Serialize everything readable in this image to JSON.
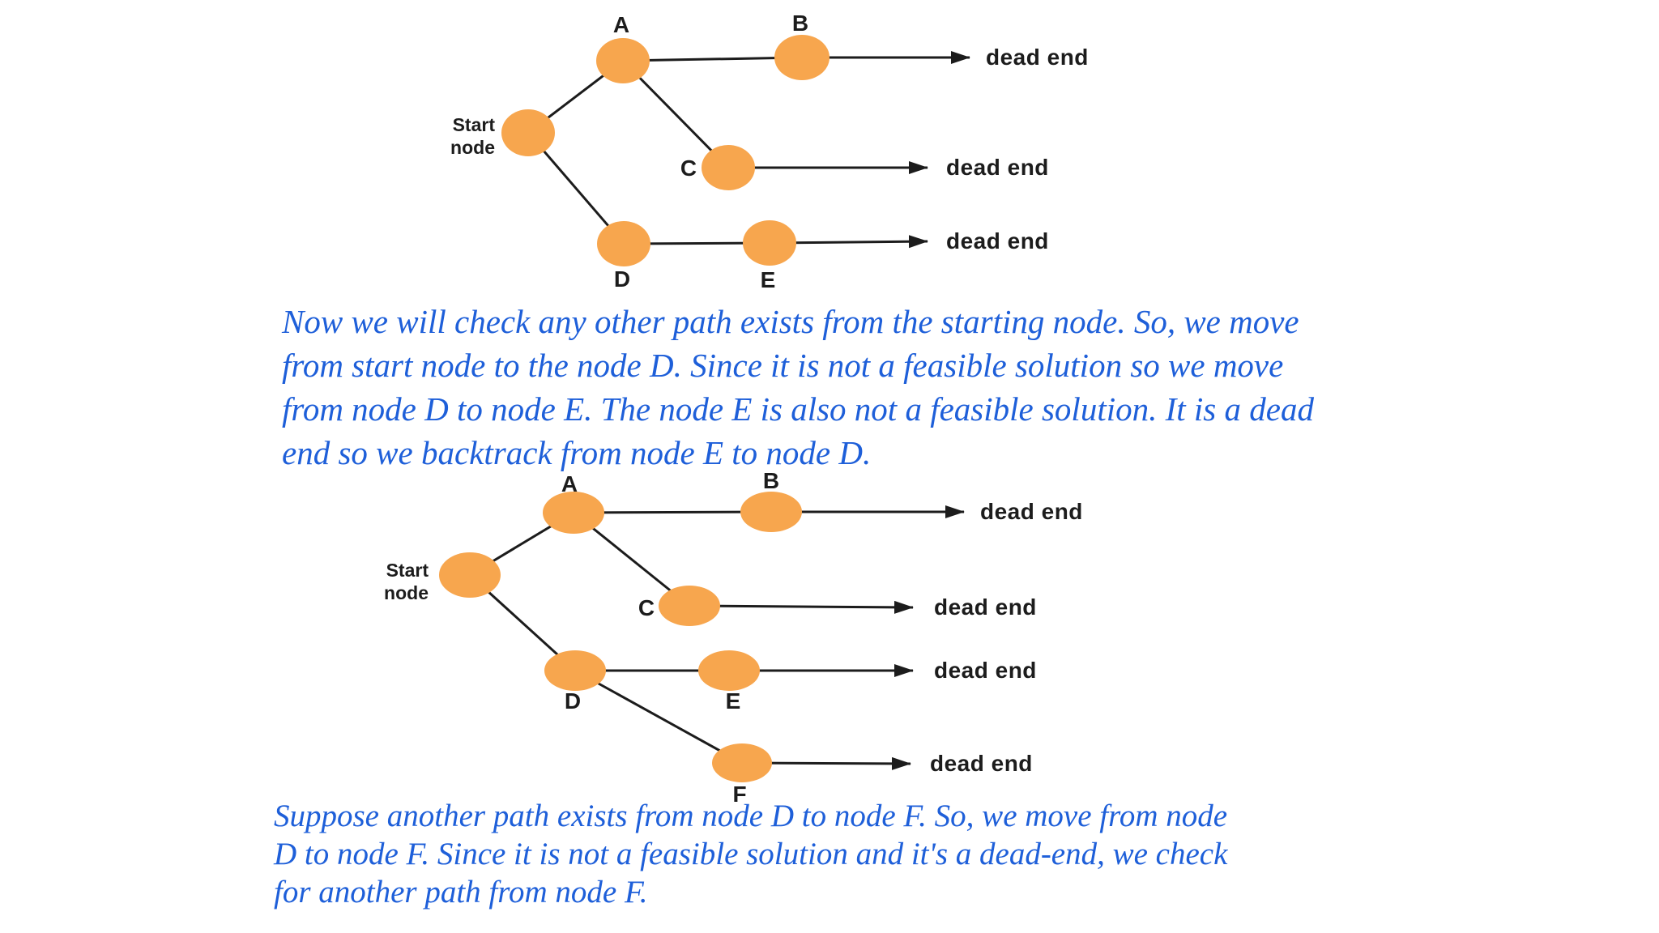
{
  "colors": {
    "node_fill": "#F7A64E",
    "stroke": "#1c1c1c",
    "paragraph_text": "#1E5FD9"
  },
  "diagram_top": {
    "start_label": [
      "Start",
      "node"
    ],
    "node_labels": {
      "a": "A",
      "b": "B",
      "c": "C",
      "d": "D",
      "e": "E"
    },
    "dead_ends": [
      "dead end",
      "dead end",
      "dead end"
    ]
  },
  "diagram_bottom": {
    "start_label": [
      "Start",
      "node"
    ],
    "node_labels": {
      "a": "A",
      "b": "B",
      "c": "C",
      "d": "D",
      "e": "E",
      "f": "F"
    },
    "dead_ends": [
      "dead end",
      "dead end",
      "dead end",
      "dead end"
    ]
  },
  "paragraph1": {
    "lines": [
      "Now we will check any other path exists from the starting node. So, we move",
      "from start node to the node D. Since it is not a feasible solution so we move",
      "from node D to node E. The node E is also not a feasible solution. It is a dead",
      "end so we backtrack from node E to node D."
    ]
  },
  "paragraph2": {
    "lines": [
      "Suppose another path exists from node D to node F. So, we move from node",
      "D to node F. Since it is not a feasible solution and it's a dead-end, we check",
      "for another path from node F."
    ]
  }
}
